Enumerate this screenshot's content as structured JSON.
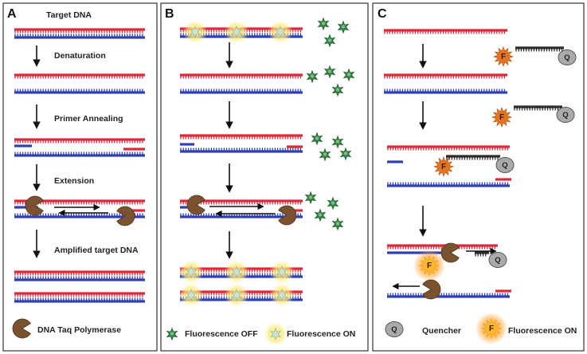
{
  "panels": [
    {
      "letter": "A"
    },
    {
      "letter": "B"
    },
    {
      "letter": "C"
    }
  ],
  "steps": {
    "target": "Target DNA",
    "denaturation": "Denaturation",
    "annealing": "Primer Annealing",
    "extension": "Extension",
    "amplified": "Amplified target DNA"
  },
  "legend": {
    "polymerase": "DNA Taq Polymerase",
    "fluor_off": "Fluorescence OFF",
    "fluor_on": "Fluorescence ON",
    "quencher": "Quencher",
    "fluor_on_c": "Fluorescence ON"
  },
  "symbols": {
    "fluorophore": "F",
    "quencher": "Q"
  },
  "colors": {
    "sense_strand": "#e0283a",
    "antisense_strand": "#2e3fb5",
    "probe": "#2b2b2b",
    "polymerase": "#7a5230",
    "dye_off": "#2f7d3f",
    "dye_on_glow": "#fff2a0",
    "fluorophore": "#e8731f",
    "quencher": "#aaaaaa"
  },
  "icons": [
    "down-arrow-icon",
    "polymerase-icon",
    "green-dye-icon",
    "glowing-dye-icon",
    "fluorophore-icon",
    "quencher-icon"
  ]
}
